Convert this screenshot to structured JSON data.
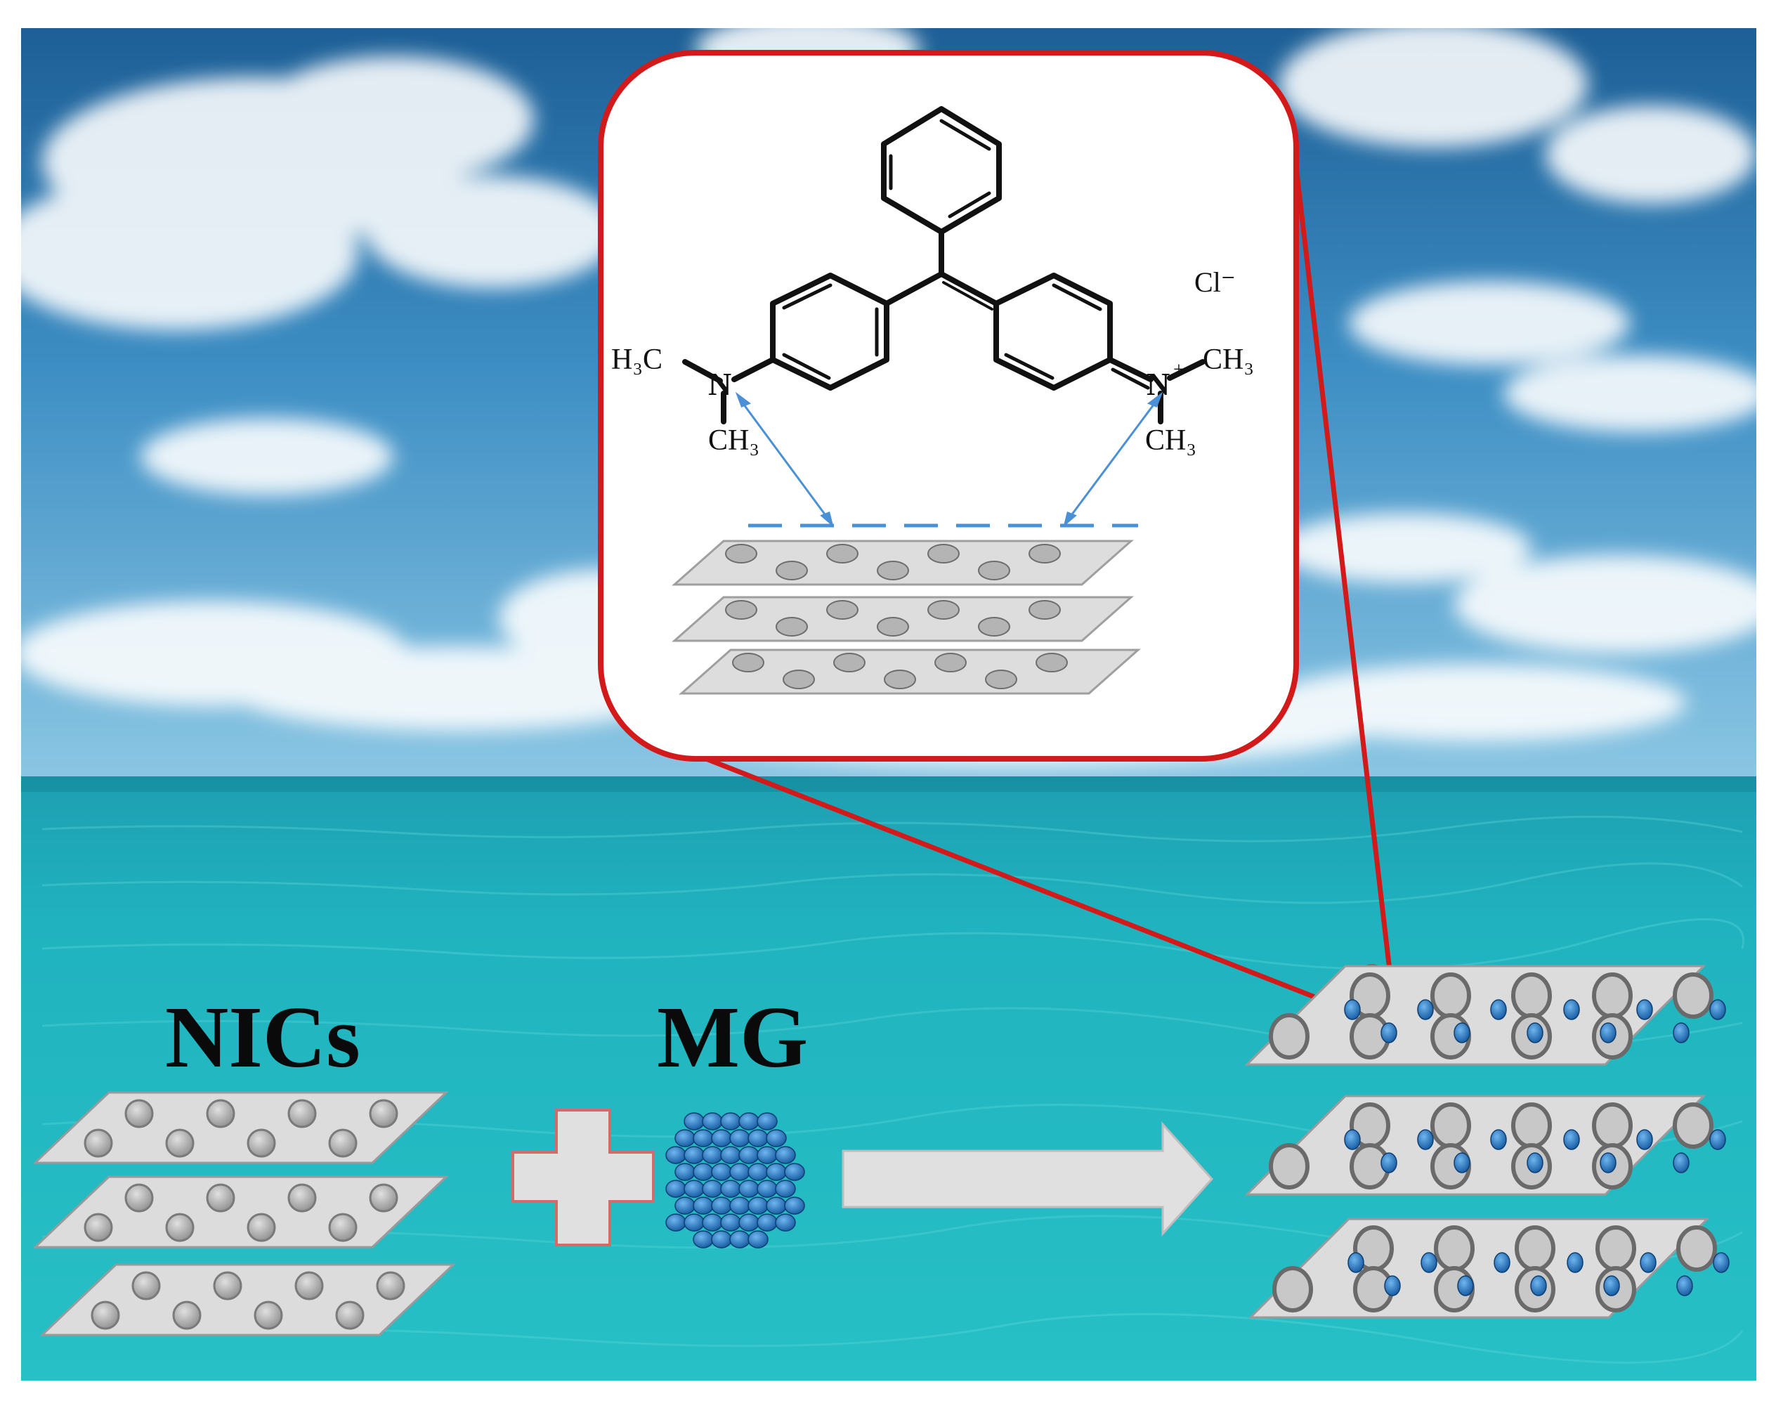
{
  "labels": {
    "nics": "NICs",
    "mg": "MG"
  },
  "molecule": {
    "formula_labels": {
      "left_methyl_top": "H₃C",
      "left_nitrogen": "N",
      "left_methyl_bottom": "CH₃",
      "right_nitrogen": "N",
      "right_charge": "+",
      "right_methyl_top": "CH₃",
      "right_methyl_bottom": "CH₃",
      "counter_ion": "Cl⁻"
    }
  },
  "colors": {
    "callout_border": "#d21a1a",
    "sheet_fill": "#dcdcdc",
    "sheet_stroke": "#9a9a9a",
    "particle_gray": "#b4b4b4",
    "particle_blue": "#1f73c4",
    "arrow_fill": "#e0e0e0",
    "plus_fill": "#e0e0e0",
    "plus_stroke": "#d26b6b",
    "interaction_line": "#4a90d6"
  },
  "icons": {
    "process_arrow": "right-arrow-icon",
    "combine_plus": "plus-icon"
  }
}
